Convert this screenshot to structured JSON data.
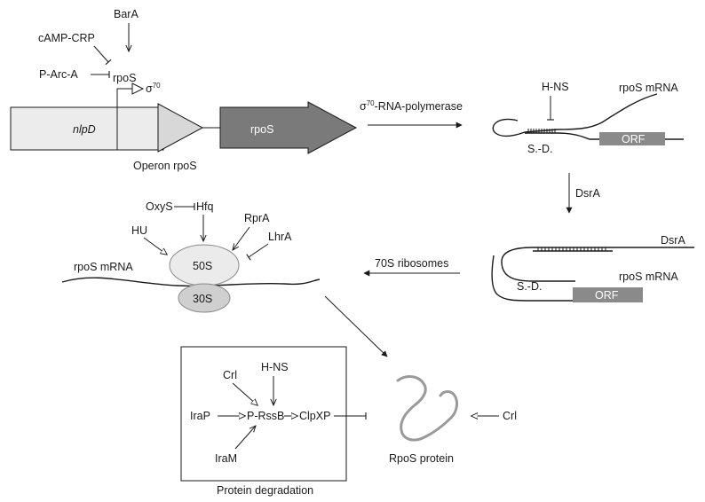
{
  "colors": {
    "nlpd_fill": "#ececec",
    "promoter_arrow_fill": "#d8d8d8",
    "rpos_gene_fill": "#7a7a7a",
    "orf_fill": "#8a8a8a",
    "ribosome_50s": "#ebebeb",
    "ribosome_30s": "#cfcfcf",
    "protein_stroke": "#9a9a9a",
    "line": "#1a1a1a"
  },
  "operon": {
    "nlpd_label": "nlpD",
    "rpos_gene_label": "rpoS",
    "caption": "Operon  rpoS",
    "sigma_label": "σ",
    "sigma_sup": "70",
    "promoter_label": "rpoS",
    "regulators": {
      "bara": "BarA",
      "camp_crp": "cAMP-CRP",
      "p_arc_a": "P-Arc-A"
    }
  },
  "transcription": {
    "sigma": "σ",
    "sup": "70",
    "rest": "-RNA-polymerase"
  },
  "mrna_top": {
    "hns": "H-NS",
    "mrna": "rpoS mRNA",
    "sd": "S.-D.",
    "orf": "ORF"
  },
  "dsra_step": {
    "label": "DsrA"
  },
  "mrna_bottom": {
    "dsra": "DsrA",
    "mrna": "rpoS mRNA",
    "sd": "S.-D.",
    "orf": "ORF"
  },
  "ribosome_step": {
    "label": "70S ribosomes"
  },
  "translation": {
    "oxys": "OxyS",
    "hfq": "Hfq",
    "hu": "HU",
    "rpra": "RprA",
    "lhra": "LhrA",
    "large": "50S",
    "small": "30S",
    "mrna": "rpoS mRNA"
  },
  "degradation": {
    "crl": "Crl",
    "hns": "H-NS",
    "irap": "IraP",
    "prssb": "P-RssB",
    "clpxp": "ClpXP",
    "iram": "IraM",
    "caption": "Protein degradation"
  },
  "protein": {
    "label": "RpoS protein",
    "crl": "Crl"
  }
}
